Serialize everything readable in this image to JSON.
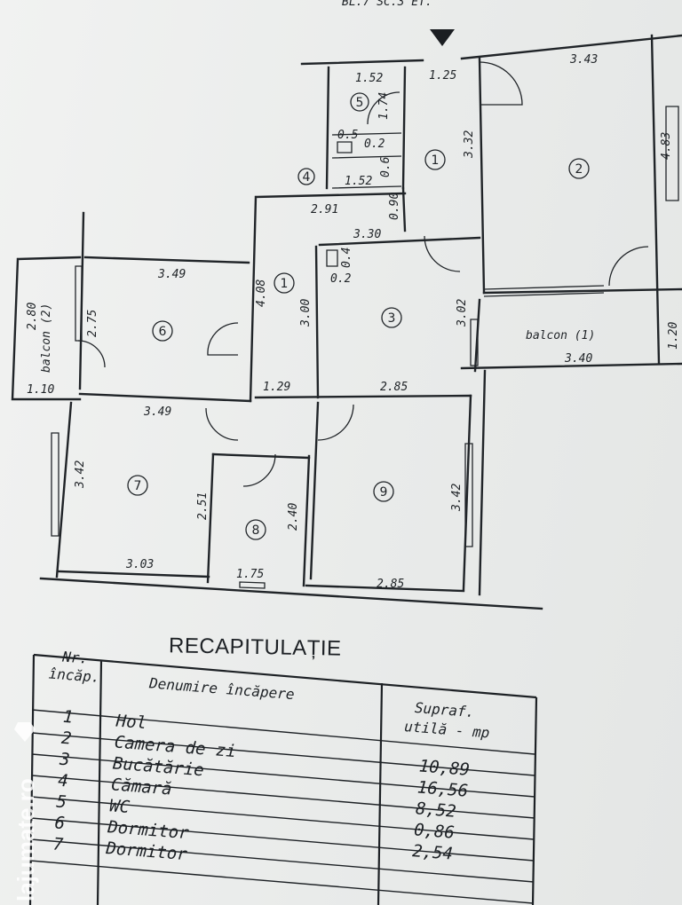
{
  "header_fragment": "BL.7 SC.3 ET.",
  "rooms": [
    {
      "n": "1",
      "dims": [
        "1.25",
        "3.32"
      ]
    },
    {
      "n": "2",
      "dims": [
        "3.43",
        "4.83"
      ]
    },
    {
      "n": "3",
      "dims": [
        "3.00",
        "3.02",
        "2.85"
      ]
    },
    {
      "n": "4",
      "dims": [
        "1.52",
        "0.6"
      ]
    },
    {
      "n": "5",
      "dims": [
        "1.52",
        "1.74"
      ]
    },
    {
      "n": "6",
      "dims": [
        "3.49",
        "2.75"
      ]
    },
    {
      "n": "7",
      "dims": [
        "3.49",
        "3.42",
        "3.03"
      ]
    },
    {
      "n": "8",
      "dims": [
        "2.40",
        "1.75"
      ]
    },
    {
      "n": "9",
      "dims": [
        "3.42",
        "2.85"
      ]
    }
  ],
  "plan_labels": {
    "d_125": "1.25",
    "d_343": "3.43",
    "d_152a": "1.52",
    "d_174": "1.74",
    "d_05": "0.5",
    "d_02a": "0.2",
    "d_06": "0.6",
    "d_152b": "1.52",
    "d_332": "3.32",
    "d_483": "4.83",
    "d_291": "2.91",
    "d_090": "0.90",
    "d_330": "3.30",
    "d_04": "0.4",
    "d_02b": "0.2",
    "d_349a": "3.49",
    "d_408": "4.08",
    "d_300": "3.00",
    "d_302": "3.02",
    "d_120": "1.20",
    "d_340": "3.40",
    "d_280": "2.80",
    "d_275": "2.75",
    "d_110": "1.10",
    "d_129": "1.29",
    "d_285a": "2.85",
    "d_349b": "3.49",
    "d_342a": "3.42",
    "d_251": "2.51",
    "d_240": "2.40",
    "d_342b": "3.42",
    "d_303": "3.03",
    "d_175": "1.75",
    "d_285b": "2.85",
    "balcon1": "balcon (1)",
    "balcon2": "balcon (2)"
  },
  "recap": {
    "title": "RECAPITULAȚIE",
    "headers": {
      "nr_line1": "Nr.",
      "nr_line2": "încăp.",
      "name": "Denumire încăpere",
      "area_line1": "Supraf.",
      "area_line2": "utilă - mp"
    },
    "rows": [
      {
        "nr": "1",
        "name": "Hol",
        "area": ""
      },
      {
        "nr": "2",
        "name": "Camera de zi",
        "area": "10,89"
      },
      {
        "nr": "3",
        "name": "Bucătărie",
        "area": "16,56"
      },
      {
        "nr": "4",
        "name": "Cămară",
        "area": "8,52"
      },
      {
        "nr": "5",
        "name": "WC",
        "area": "0,86"
      },
      {
        "nr": "6",
        "name": "Dormitor",
        "area": "2,54"
      },
      {
        "nr": "7",
        "name": "Dormitor",
        "area": ""
      }
    ]
  },
  "watermark": "lajumate.ro"
}
